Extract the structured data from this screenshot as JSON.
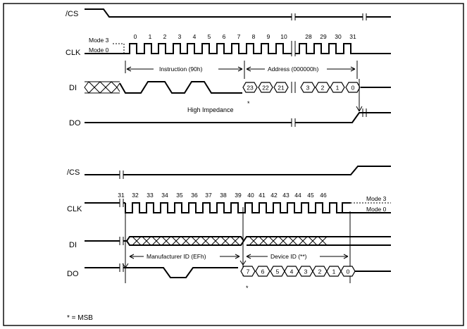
{
  "top": {
    "signals": {
      "cs": "/CS",
      "clk": "CLK",
      "di": "DI",
      "do": "DO"
    },
    "modes": {
      "mode3": "Mode 3",
      "mode0": "Mode 0"
    },
    "ticks": [
      "0",
      "1",
      "2",
      "3",
      "4",
      "5",
      "6",
      "7",
      "8",
      "9",
      "10",
      "28",
      "29",
      "30",
      "31"
    ],
    "instruction_label": "Instruction (90h)",
    "address_label": "Address (000000h)",
    "di_address_bits": [
      "23",
      "22",
      "21",
      "3",
      "2",
      "1",
      "0"
    ],
    "msb_marker": "*",
    "high_impedance": "High Impedance"
  },
  "bottom": {
    "signals": {
      "cs": "/CS",
      "clk": "CLK",
      "di": "DI",
      "do": "DO"
    },
    "modes": {
      "mode3": "Mode 3",
      "mode0": "Mode 0"
    },
    "ticks": [
      "31",
      "32",
      "33",
      "34",
      "35",
      "36",
      "37",
      "38",
      "39",
      "40",
      "41",
      "42",
      "43",
      "44",
      "45",
      "46"
    ],
    "manufacturer_label": "Manufacturer ID (EFh)",
    "device_label": "Device ID (**)",
    "do_bits": [
      "7",
      "6",
      "5",
      "4",
      "3",
      "2",
      "1",
      "0"
    ],
    "msb_marker": "*"
  },
  "legend": "* = MSB"
}
